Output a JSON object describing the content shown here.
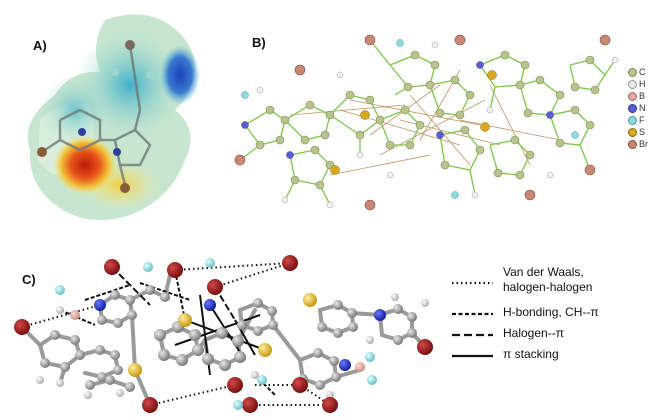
{
  "panels": {
    "a_label": "A)",
    "b_label": "B)",
    "c_label": "C)"
  },
  "element_legend": [
    {
      "symbol": "C",
      "color": "#b9c48d"
    },
    {
      "symbol": "H",
      "color": "#e8e8e8"
    },
    {
      "symbol": "B",
      "color": "#e0a8a0"
    },
    {
      "symbol": "N",
      "color": "#5a5ed0"
    },
    {
      "symbol": "F",
      "color": "#8fd8e0"
    },
    {
      "symbol": "S",
      "color": "#d8a820"
    },
    {
      "symbol": "Br",
      "color": "#c98876"
    }
  ],
  "interaction_legend": [
    {
      "line_style": "dotted",
      "label_line1": "Van der Waals,",
      "label_line2": "halogen-halogen"
    },
    {
      "line_style": "dashed",
      "label_line1": "H-bonding, CH--π",
      "label_line2": ""
    },
    {
      "line_style": "long-dashed",
      "label_line1": "Halogen--π",
      "label_line2": ""
    },
    {
      "line_style": "solid",
      "label_line1": "π stacking",
      "label_line2": ""
    }
  ]
}
